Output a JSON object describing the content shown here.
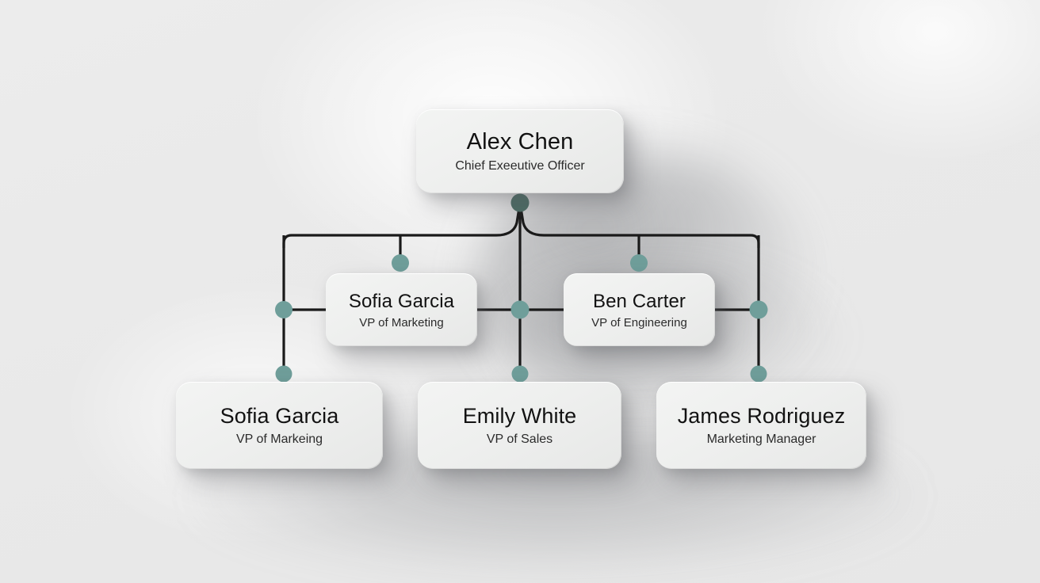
{
  "chart": {
    "type": "org-chart",
    "background_color": "#eaeaea",
    "line_color": "#1a1a1a",
    "node_dot_color": "#6f9e9a",
    "root_dot_color": "#4a6b63",
    "card_color": "#eeefee",
    "nodes": [
      {
        "id": "ceo",
        "tier": 1,
        "name": "Alex Chen",
        "title": "Chief Exeeutive Officer"
      },
      {
        "id": "marketing",
        "tier": 2,
        "name": "Sofia Garcia",
        "title": "VP of Marketing"
      },
      {
        "id": "engineering",
        "tier": 2,
        "name": "Ben Carter",
        "title": "VP of Engineering"
      },
      {
        "id": "sofia",
        "tier": 3,
        "name": "Sofia Garcia",
        "title": "VP of Markeing"
      },
      {
        "id": "emily",
        "tier": 3,
        "name": "Emily White",
        "title": "VP of Sales"
      },
      {
        "id": "james",
        "tier": 3,
        "name": "James Rodriguez",
        "title": "Marketing Manager"
      }
    ]
  }
}
